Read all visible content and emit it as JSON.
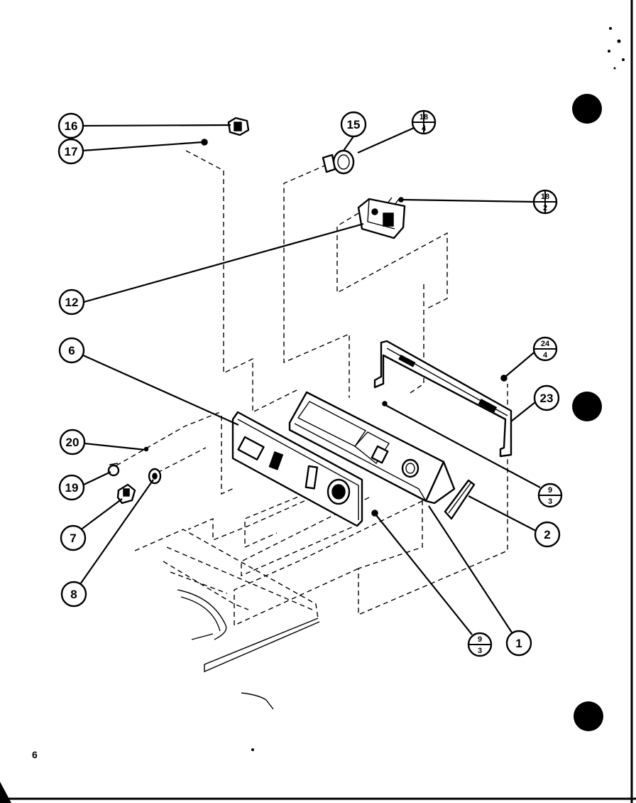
{
  "page_number": "6",
  "callouts": [
    {
      "id": "16",
      "label": "16"
    },
    {
      "id": "17",
      "label": "17"
    },
    {
      "id": "15",
      "label": "15"
    },
    {
      "id": "12",
      "label": "12"
    },
    {
      "id": "6",
      "label": "6"
    },
    {
      "id": "20",
      "label": "20"
    },
    {
      "id": "19",
      "label": "19"
    },
    {
      "id": "7",
      "label": "7"
    },
    {
      "id": "8",
      "label": "8"
    },
    {
      "id": "23",
      "label": "23"
    },
    {
      "id": "2",
      "label": "2"
    },
    {
      "id": "1",
      "label": "1"
    }
  ],
  "fraction_callouts": [
    {
      "id": "ref-a",
      "top": "18",
      "bottom": "4"
    },
    {
      "id": "ref-b",
      "top": "18",
      "bottom": "2"
    },
    {
      "id": "ref-c",
      "top": "24",
      "bottom": "4"
    },
    {
      "id": "ref-d",
      "top": "9",
      "bottom": "3"
    },
    {
      "id": "ref-e",
      "top": "9",
      "bottom": "3"
    }
  ]
}
